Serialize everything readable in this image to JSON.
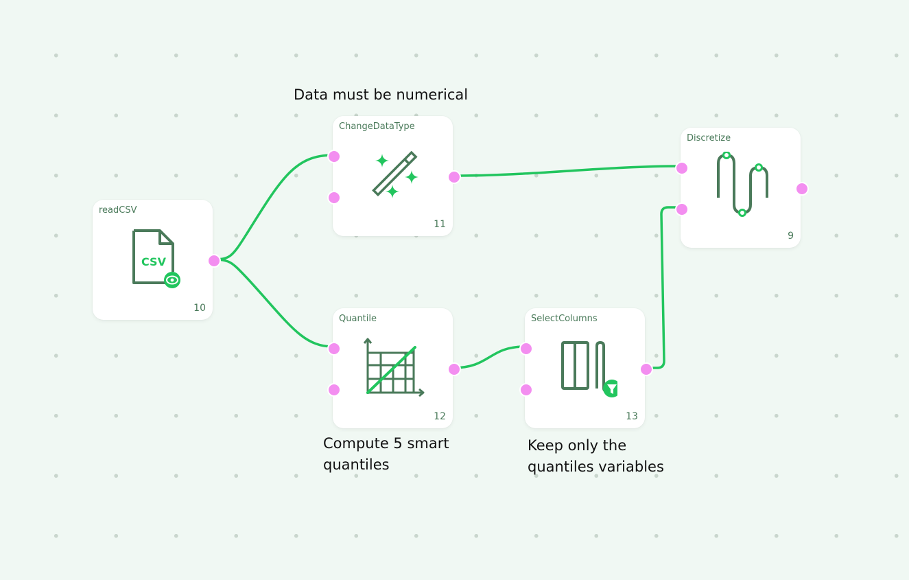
{
  "colors": {
    "edge": "#22c55e",
    "port": "#f38ef0",
    "icon_dark": "#4a7a5a",
    "icon_bright": "#22c55e"
  },
  "notes": {
    "change_type": "Data must be numerical",
    "quantile": "Compute 5 smart\nquantiles",
    "select_columns": "Keep only the\nquantiles variables"
  },
  "nodes": {
    "read_csv": {
      "title": "readCSV",
      "id": "10",
      "icon": "csv-file-icon",
      "icon_text": "CSV"
    },
    "change_data_type": {
      "title": "ChangeDataType",
      "id": "11",
      "icon": "magic-wand-icon"
    },
    "quantile": {
      "title": "Quantile",
      "id": "12",
      "icon": "quantile-chart-icon"
    },
    "select_columns": {
      "title": "SelectColumns",
      "id": "13",
      "icon": "columns-filter-icon"
    },
    "discretize": {
      "title": "Discretize",
      "id": "9",
      "icon": "wave-icon"
    }
  }
}
